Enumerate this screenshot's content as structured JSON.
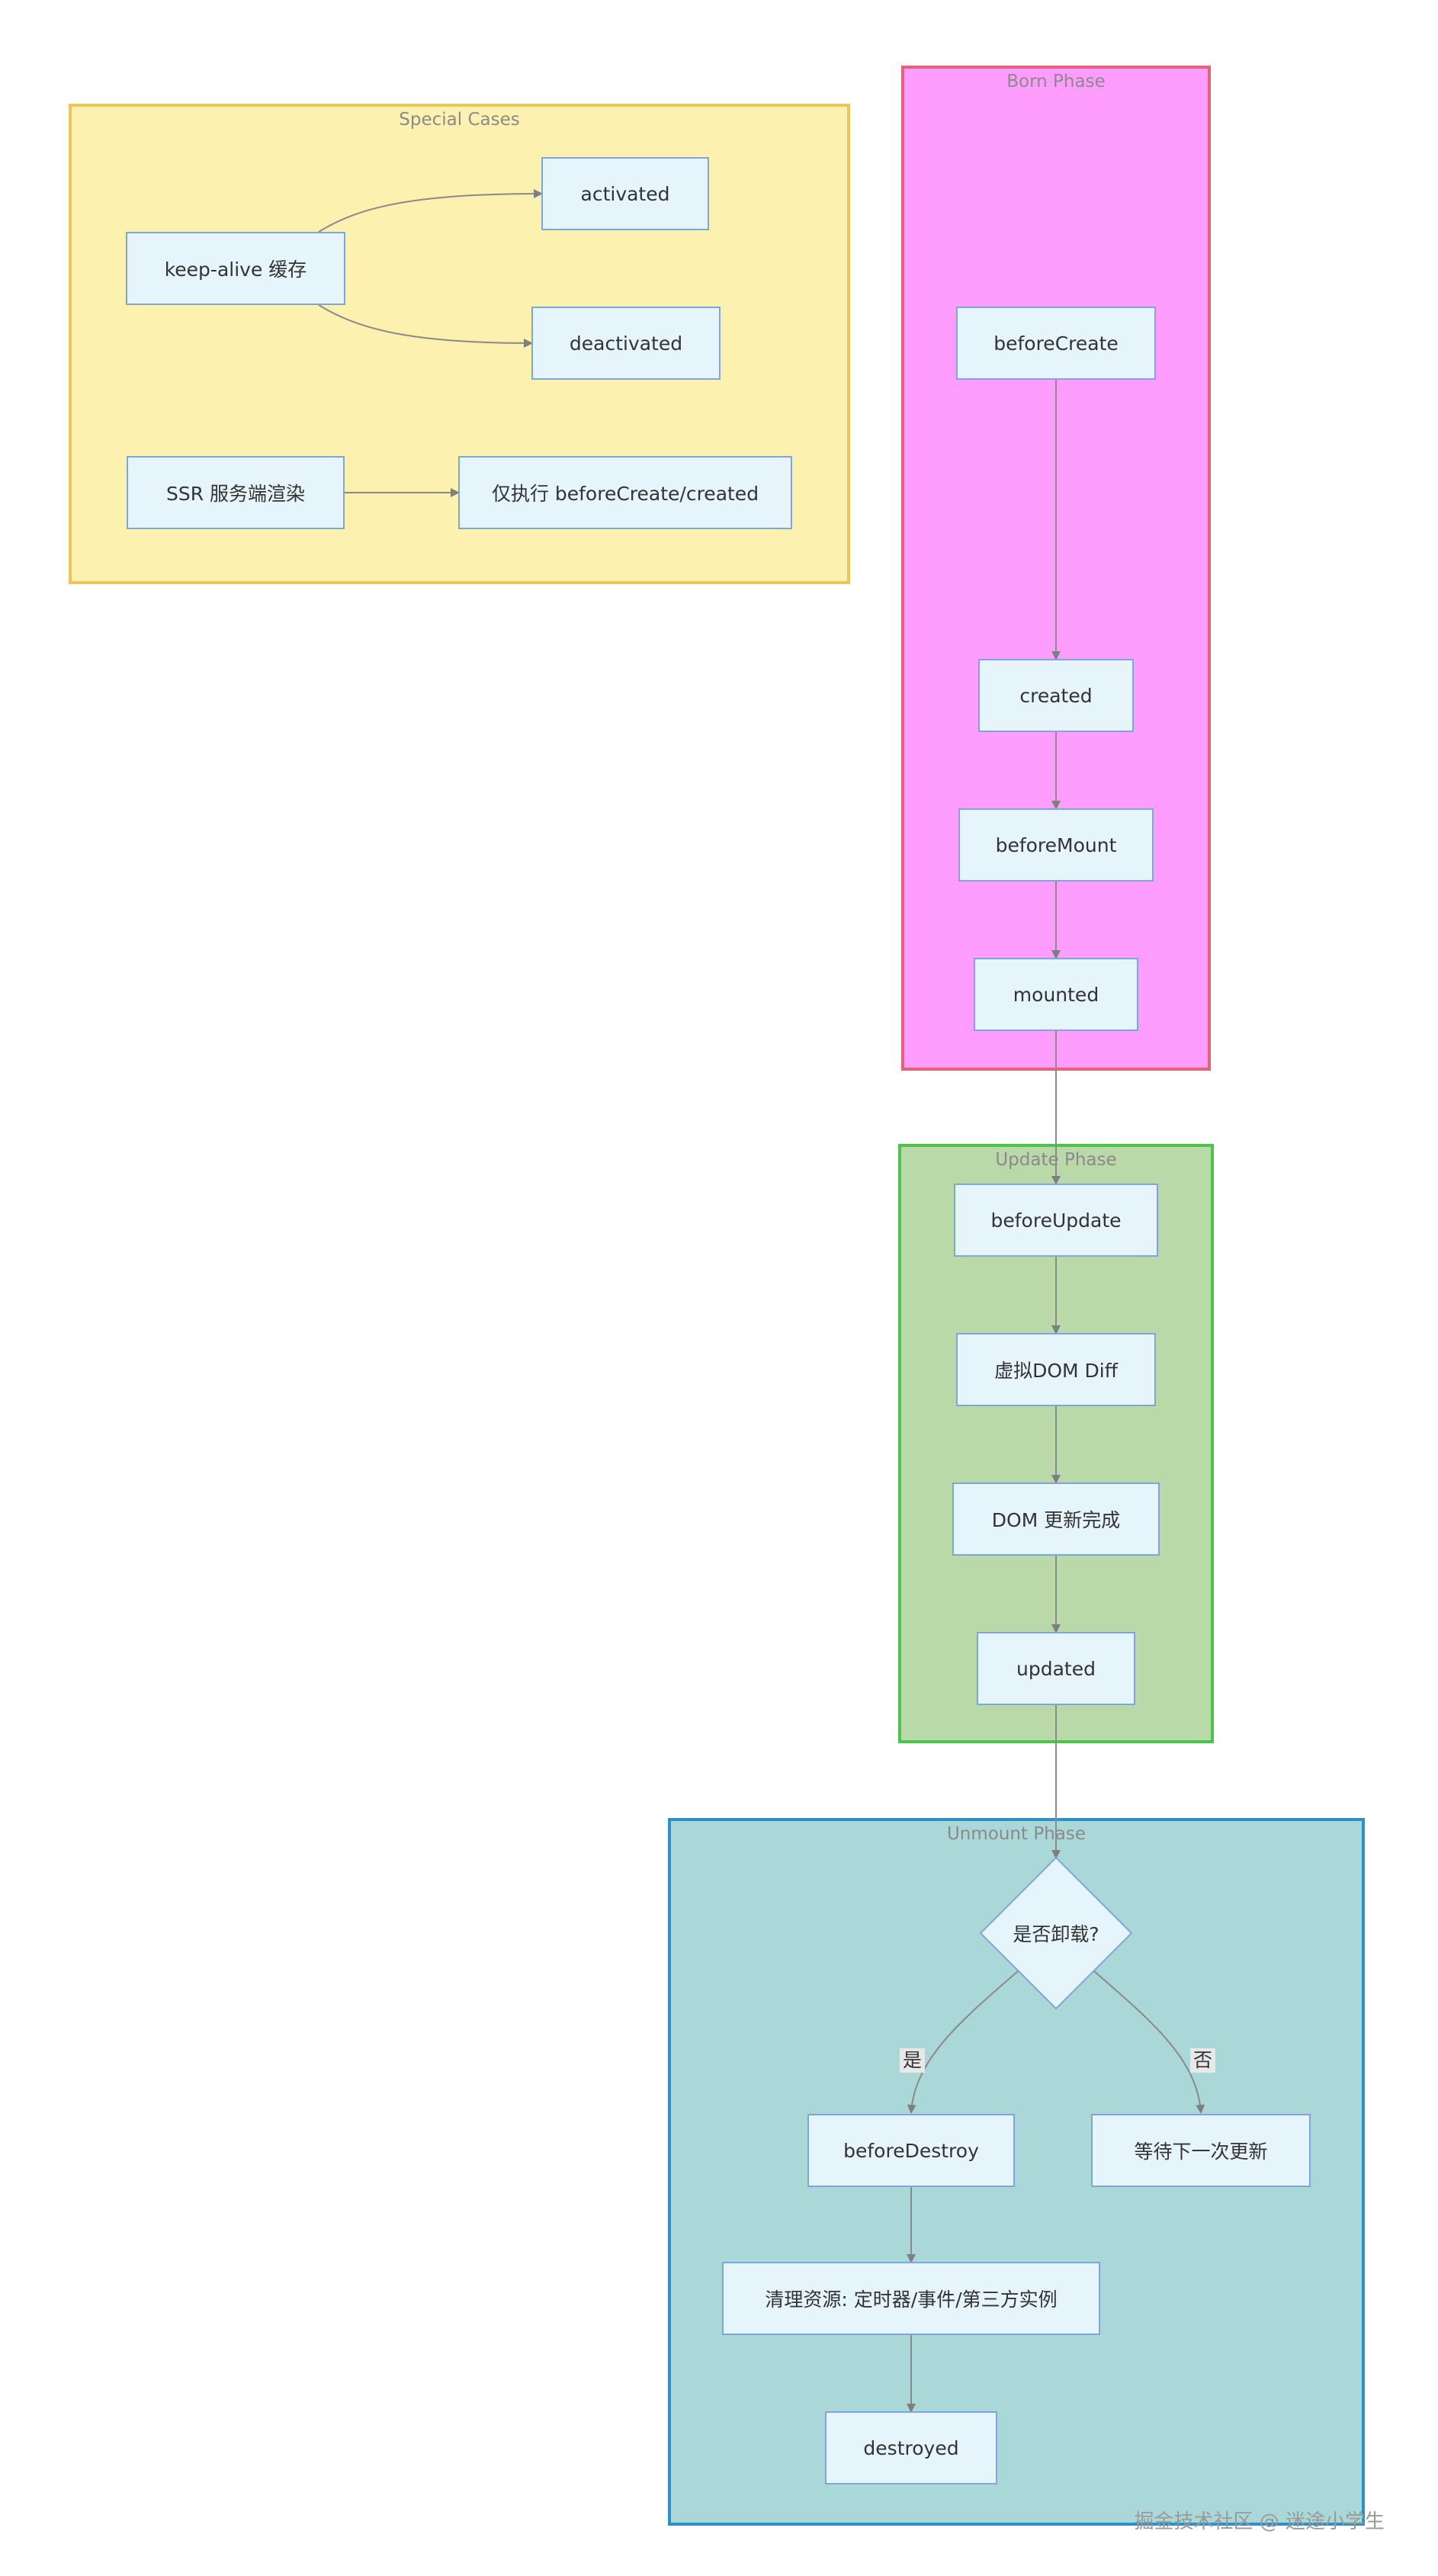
{
  "groups": {
    "special": {
      "title": "Special Cases",
      "color": "#fdf1b0",
      "border": "#e8c85a"
    },
    "born": {
      "title": "Born Phase",
      "color": "#ff9dff",
      "border": "#e8607a"
    },
    "update": {
      "title": "Update Phase",
      "color": "#b9d9a8",
      "border": "#4cc44c"
    },
    "unmount": {
      "title": "Unmount Phase",
      "color": "#aad8d9",
      "border": "#2f90c8"
    }
  },
  "nodes": {
    "keep_alive": "keep-alive 缓存",
    "activated": "activated",
    "deactivated": "deactivated",
    "ssr": "SSR 服务端渲染",
    "ssr_only": "仅执行 beforeCreate/created",
    "before_create": "beforeCreate",
    "created": "created",
    "before_mount": "beforeMount",
    "mounted": "mounted",
    "before_update": "beforeUpdate",
    "vdom_diff": "虚拟DOM Diff",
    "dom_updated": "DOM 更新完成",
    "updated": "updated",
    "should_unmount": "是否卸载?",
    "before_destroy": "beforeDestroy",
    "wait_next": "等待下一次更新",
    "cleanup": "清理资源: 定时器/事件/第三方实例",
    "destroyed": "destroyed"
  },
  "edge_labels": {
    "yes": "是",
    "no": "否"
  },
  "watermark": "掘金技术社区 @ 迷途小学生"
}
